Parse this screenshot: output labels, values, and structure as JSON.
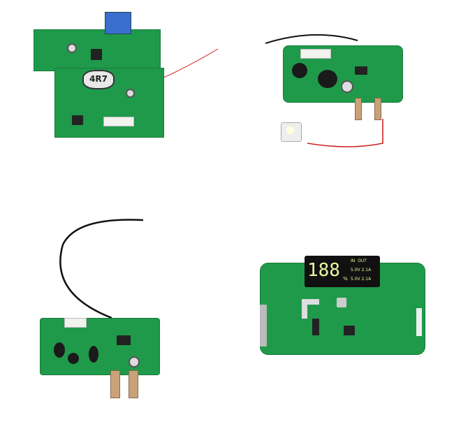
{
  "boards": [
    {
      "name": "board-top-left",
      "inductor_label": "4R7"
    },
    {
      "name": "board-top-right"
    },
    {
      "name": "board-bottom-left"
    },
    {
      "name": "board-bottom-right",
      "display": {
        "digits": "188",
        "in_out": "IN  OUT",
        "line1": "5.0V 2.1A",
        "line2": "5.0V 2.1A",
        "percent": "%"
      }
    }
  ],
  "colors": {
    "pcb": "#1f9a4a",
    "background": "#ffffff"
  }
}
